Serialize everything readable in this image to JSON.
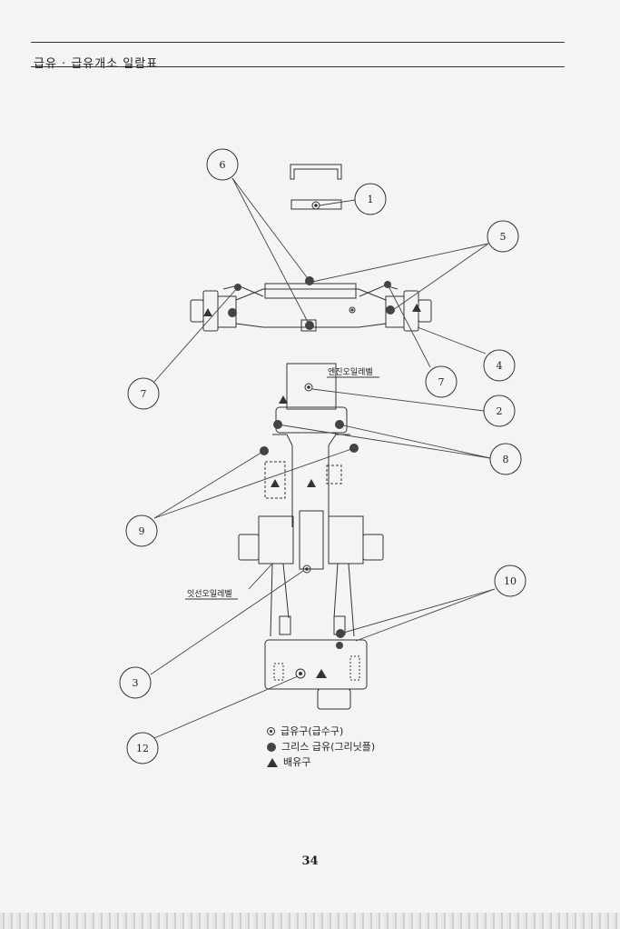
{
  "header": {
    "title": "급유 · 급유개소 일람표"
  },
  "callouts": [
    "1",
    "2",
    "3",
    "4",
    "5",
    "6",
    "7",
    "7",
    "8",
    "9",
    "10",
    "12"
  ],
  "labels": {
    "engine_oil_level": "엔진오일레벨",
    "axle_oil_level": "잇선오일레벨"
  },
  "legend": [
    {
      "icon": "ring-dot-icon",
      "text": "급유구(급수구)"
    },
    {
      "icon": "filled-circle-icon",
      "text": "그리스 급유(그리닛플)"
    },
    {
      "icon": "triangle-icon",
      "text": "배유구"
    }
  ],
  "page_number": "34"
}
